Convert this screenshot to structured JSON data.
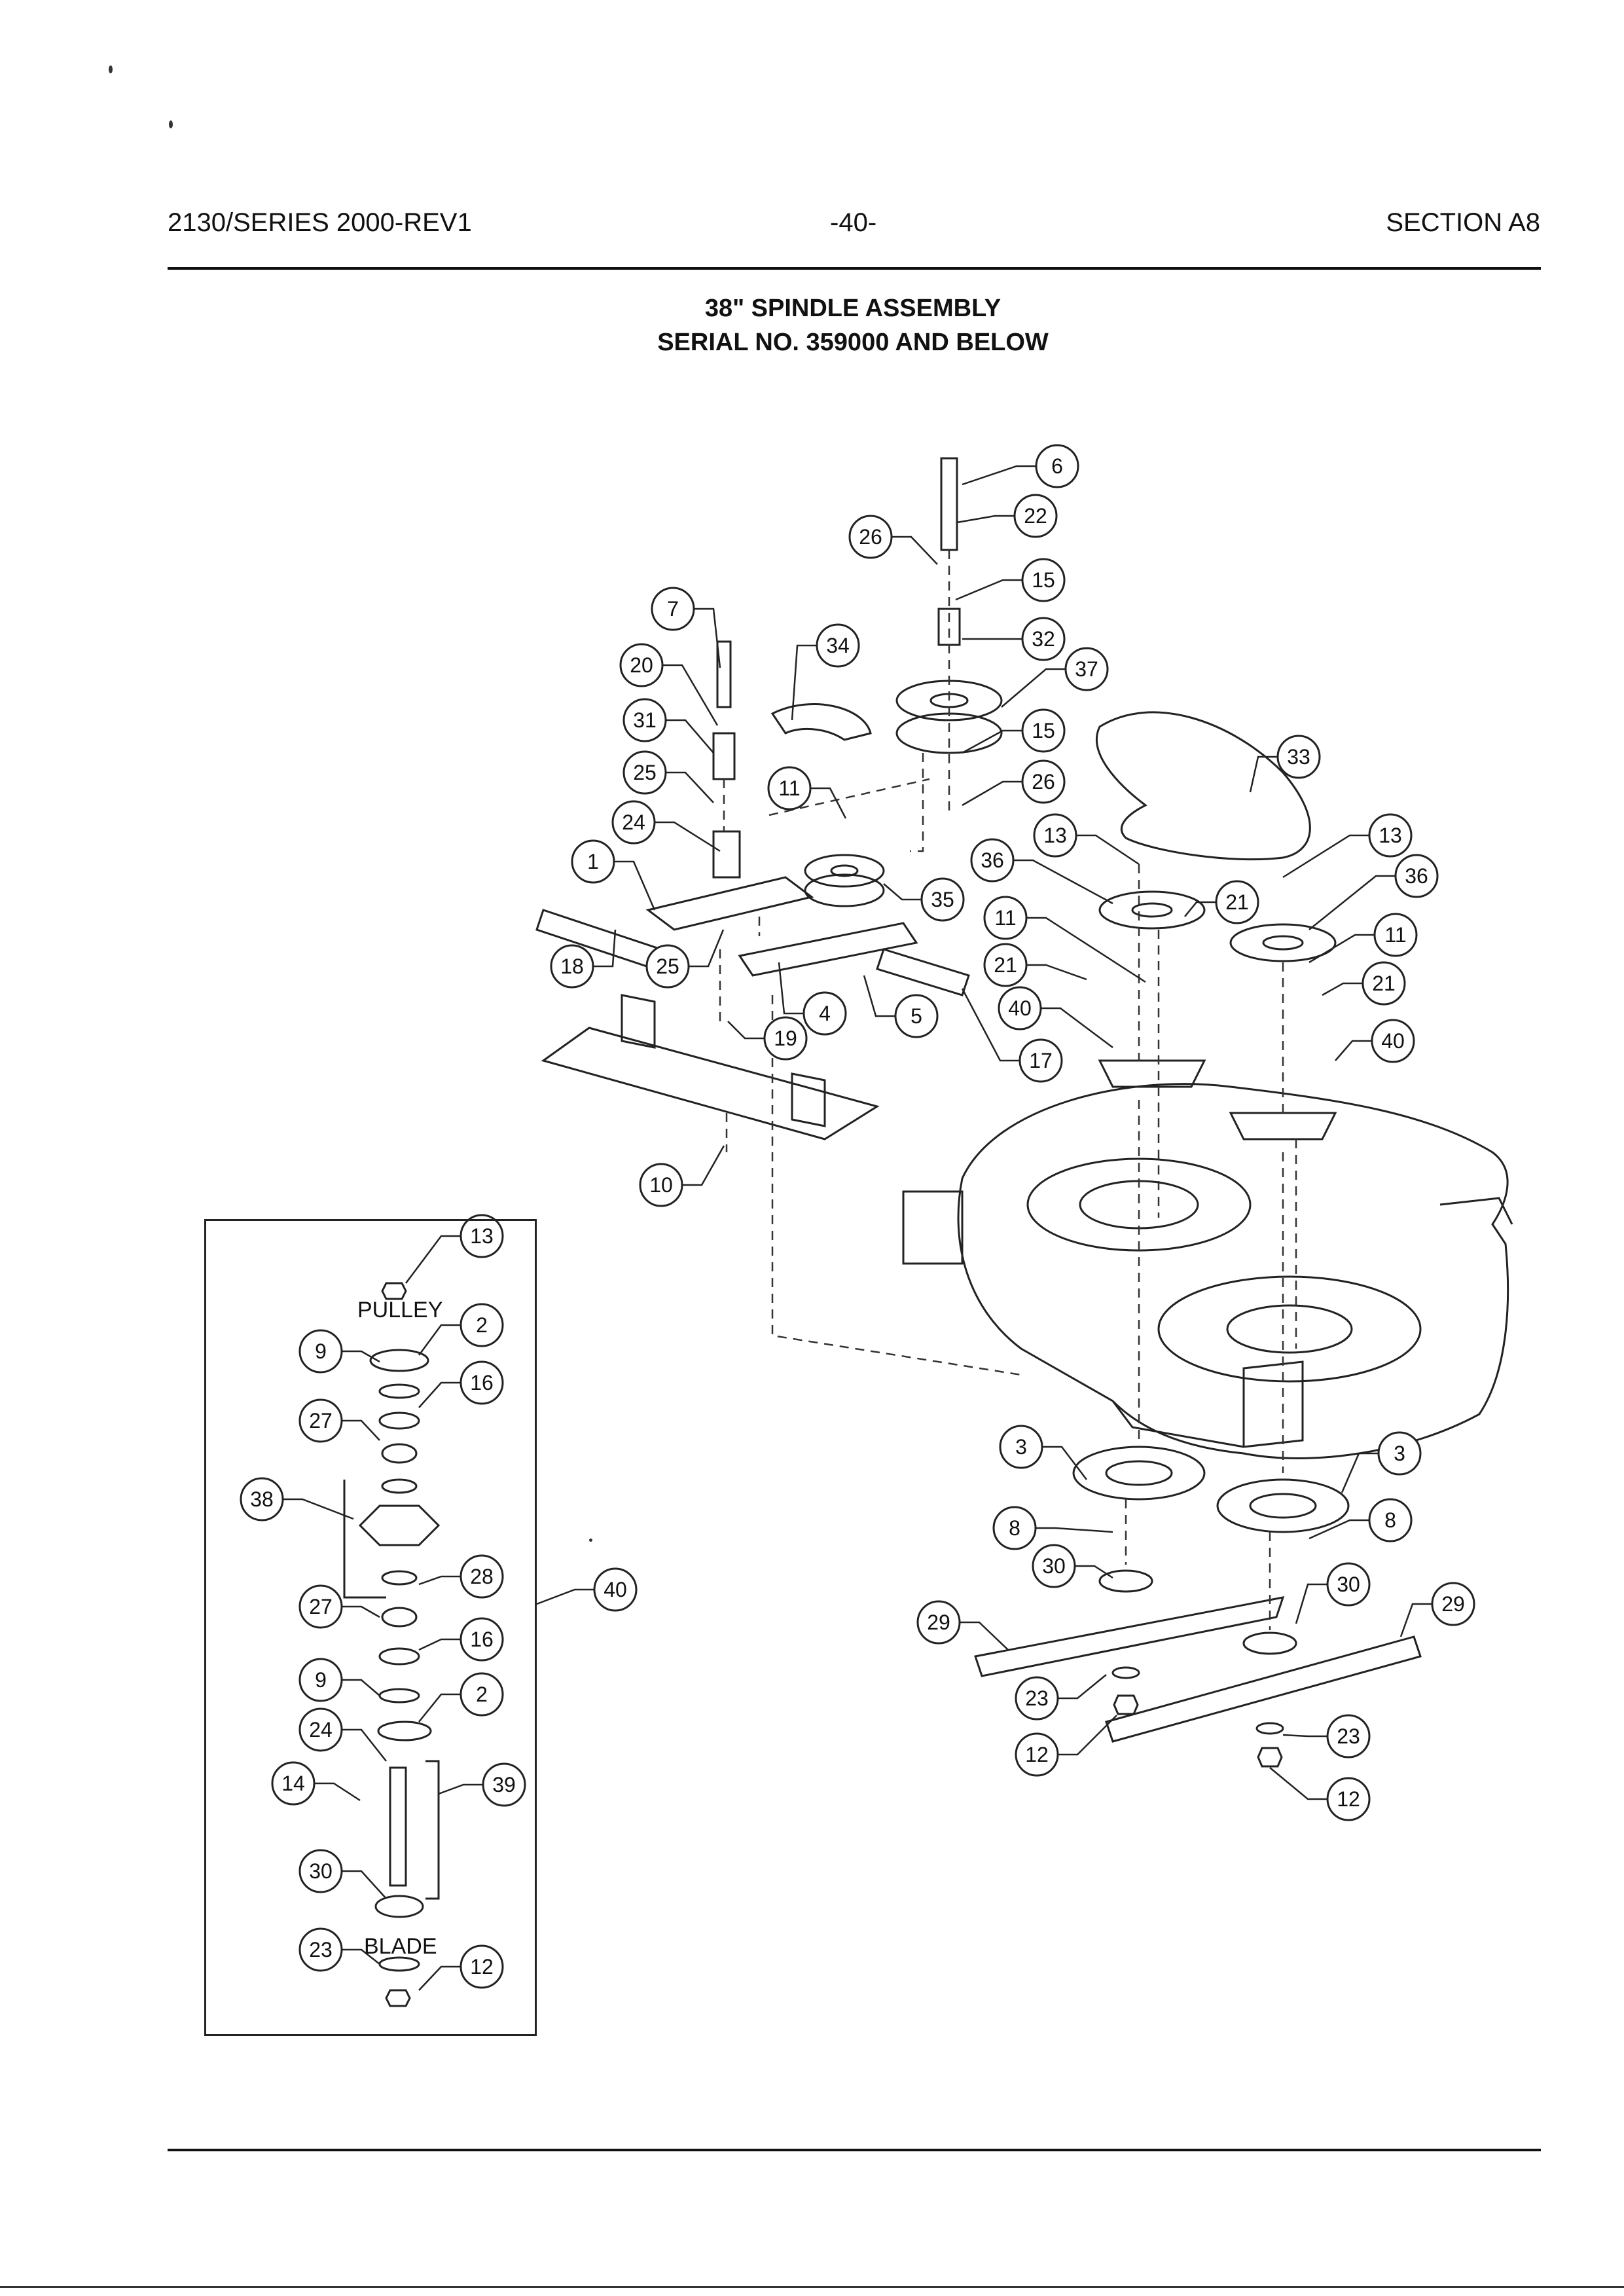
{
  "header": {
    "left": "2130/SERIES 2000-REV1",
    "center": "-40-",
    "right": "SECTION A8"
  },
  "title": {
    "line1": "38\" SPINDLE ASSEMBLY",
    "line2": "SERIAL NO. 359000 AND BELOW"
  },
  "inset": {
    "pulley_label": "PULLEY",
    "blade_label": "BLADE"
  },
  "callouts": [
    "6",
    "22",
    "26",
    "15",
    "32",
    "34",
    "37",
    "7",
    "20",
    "15",
    "31",
    "26",
    "25",
    "33",
    "11",
    "24",
    "13",
    "13",
    "36",
    "36",
    "1",
    "35",
    "21",
    "11",
    "11",
    "21",
    "18",
    "25",
    "21",
    "4",
    "5",
    "40",
    "40",
    "19",
    "17",
    "10",
    "3",
    "3",
    "8",
    "8",
    "30",
    "30",
    "29",
    "29",
    "23",
    "23",
    "12",
    "12",
    "13",
    "2",
    "9",
    "16",
    "27",
    "38",
    "28",
    "40",
    "27",
    "16",
    "9",
    "2",
    "24",
    "14",
    "39",
    "30",
    "23",
    "12"
  ]
}
